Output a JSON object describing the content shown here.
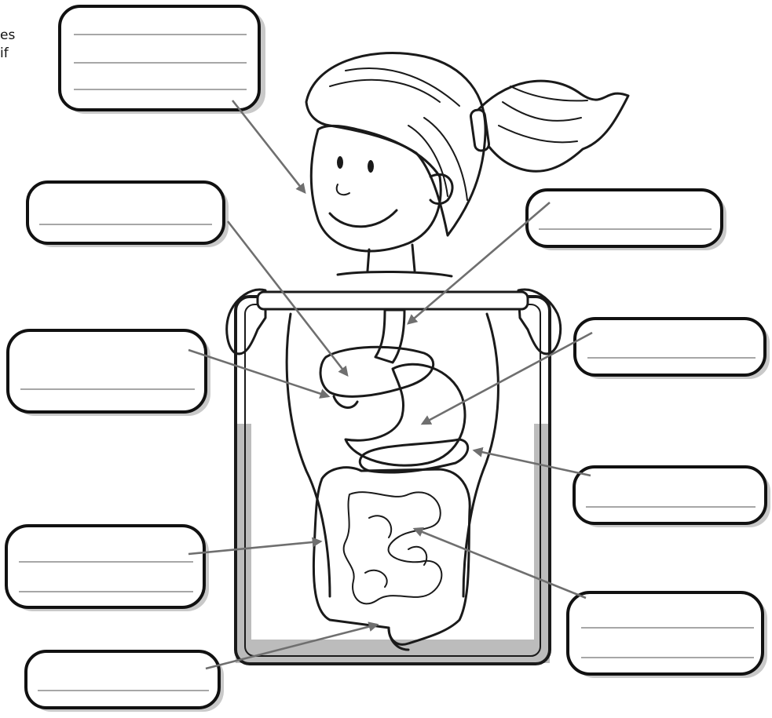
{
  "cut_off_text": {
    "line1": "es",
    "line2": "if"
  },
  "label_boxes": [
    {
      "id": "mouth",
      "lines": 3,
      "value": ""
    },
    {
      "id": "esophagus",
      "lines": 1,
      "value": ""
    },
    {
      "id": "liver",
      "lines": 1,
      "value": ""
    },
    {
      "id": "stomach",
      "lines": 1,
      "value": ""
    },
    {
      "id": "gallbladder",
      "lines": 1,
      "value": ""
    },
    {
      "id": "pancreas",
      "lines": 1,
      "value": ""
    },
    {
      "id": "large-intestine",
      "lines": 2,
      "value": ""
    },
    {
      "id": "small-intestine",
      "lines": 2,
      "value": ""
    },
    {
      "id": "rectum",
      "lines": 1,
      "value": ""
    }
  ]
}
